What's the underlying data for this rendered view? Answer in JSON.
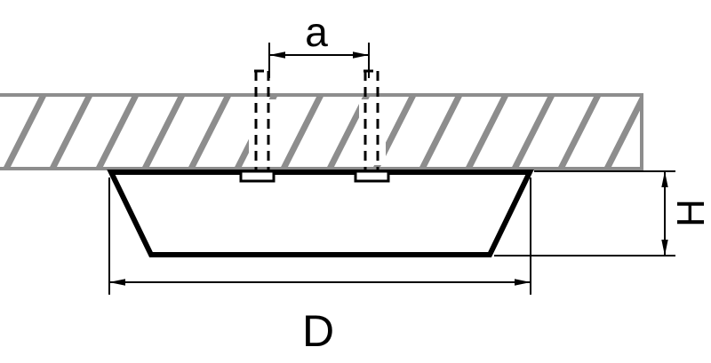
{
  "diagram": {
    "labels": {
      "mount_spacing": "a",
      "diameter": "D",
      "height": "H"
    },
    "colors": {
      "line": "#000000",
      "hatch": "#8d8d8d",
      "background": "#ffffff"
    }
  }
}
